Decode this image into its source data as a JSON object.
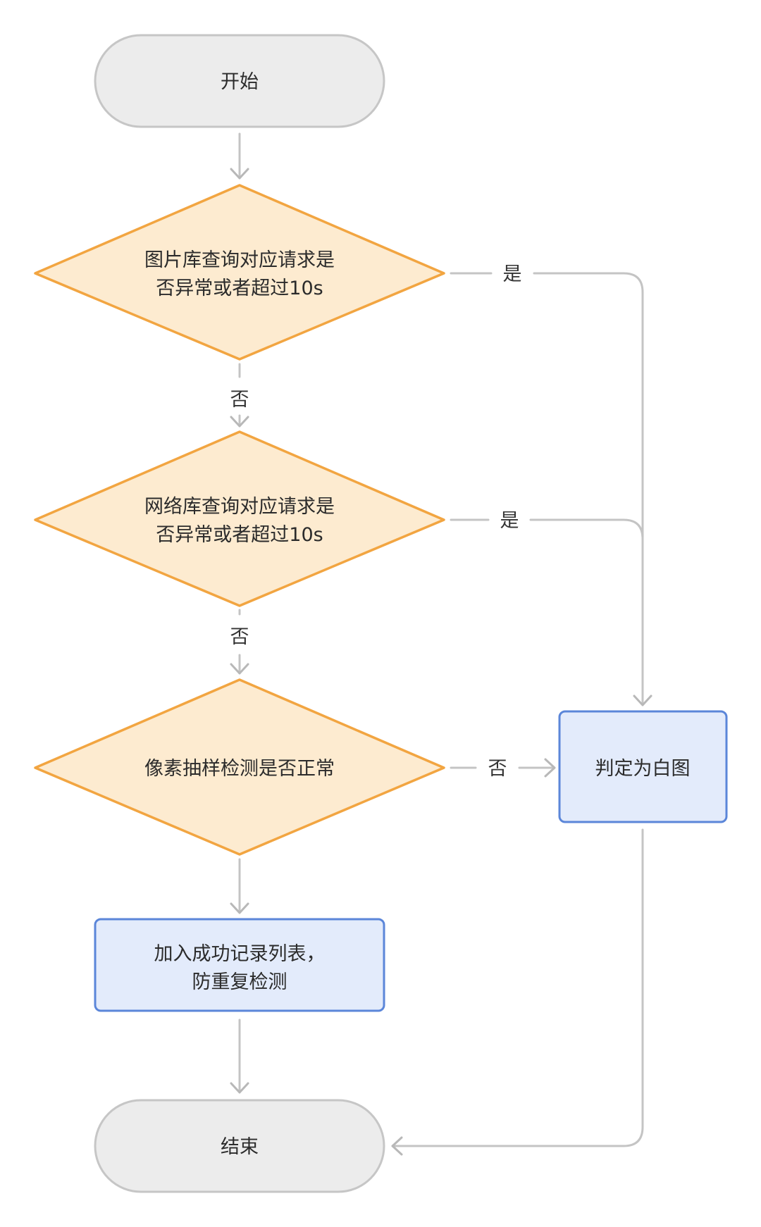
{
  "nodes": {
    "start": {
      "label": "开始"
    },
    "decision1": {
      "line1": "图片库查询对应请求是",
      "line2": "否异常或者超过10s"
    },
    "decision2": {
      "line1": "网络库查询对应请求是",
      "line2": "否异常或者超过10s"
    },
    "decision3": {
      "label": "像素抽样检测是否正常"
    },
    "white": {
      "label": "判定为白图"
    },
    "record": {
      "line1": "加入成功记录列表，",
      "line2": "防重复检测"
    },
    "end": {
      "label": "结束"
    }
  },
  "edges": {
    "d1_yes": "是",
    "d1_no": "否",
    "d2_yes": "是",
    "d2_no": "否",
    "d3_no": "否"
  },
  "colors": {
    "terminal_fill": "#ececec",
    "terminal_stroke": "#c6c6c6",
    "decision_fill": "#fdebd0",
    "decision_stroke": "#f2a541",
    "process_fill": "#e3ebfb",
    "process_stroke": "#5b86d9",
    "connector": "#c4c4c4"
  }
}
